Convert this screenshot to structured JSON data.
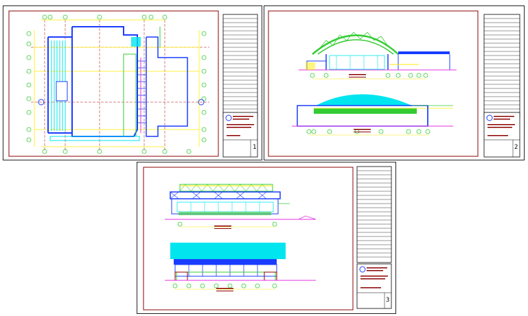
{
  "sheets": [
    {
      "number": "1"
    },
    {
      "number": "2"
    },
    {
      "number": "3"
    }
  ],
  "colors": {
    "frame": "#8b0000",
    "wall_blue": "#1a3cff",
    "cyan": "#00e5ee",
    "green": "#33cc33",
    "yellow": "#ffee00",
    "magenta": "#e030e0",
    "axis_red": "#aa0000"
  }
}
